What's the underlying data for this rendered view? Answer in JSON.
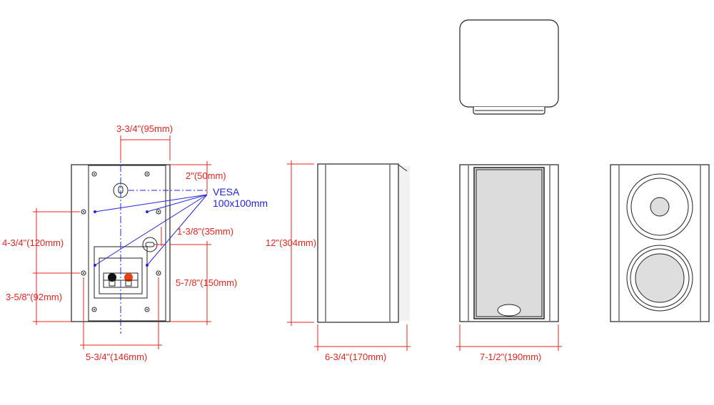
{
  "dimensions": {
    "top_width": "3-3/4\"(95mm)",
    "vesa_offset": "2\"(50mm)",
    "vesa_label_line1": "VESA",
    "vesa_label_line2": "100x100mm",
    "keyhole_offset": "1-3/8\"(35mm)",
    "hole_height_upper": "4-3/4\"(120mm)",
    "hole_height_lower": "3-5/8\"(92mm)",
    "keyhole_to_bottom": "5-7/8\"(150mm)",
    "rear_width": "5-3/4\"(146mm)",
    "height": "12\"(304mm)",
    "depth": "6-3/4\"(170mm)",
    "front_width": "7-1/2\"(190mm)"
  },
  "colors": {
    "dimension": "#e8231c",
    "vesa": "#2323e0",
    "outline": "#222222",
    "grille": "#dcdcdc",
    "woofer": "#dedede"
  }
}
